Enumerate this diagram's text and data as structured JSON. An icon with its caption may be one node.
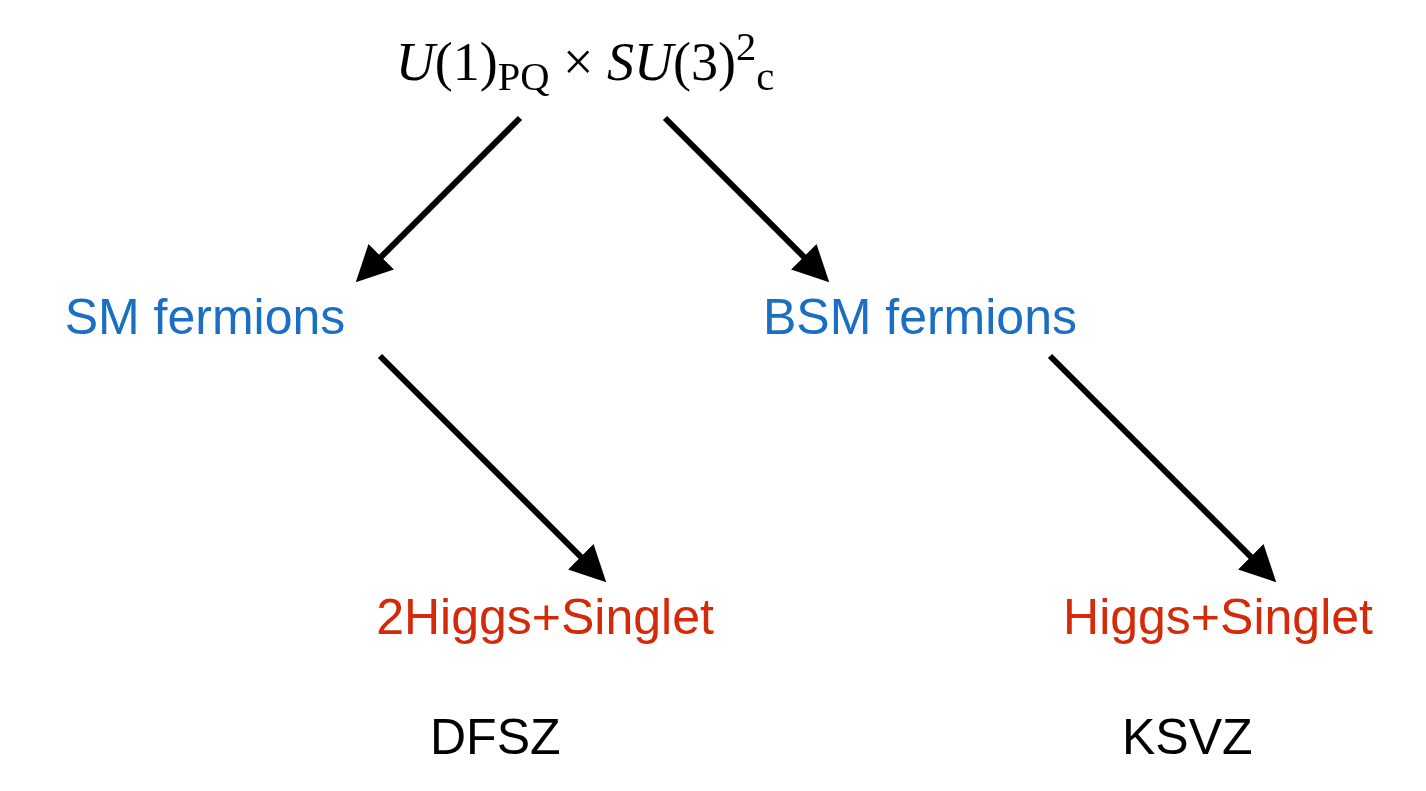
{
  "diagram": {
    "nodes": [
      {
        "text": [
          "*U*(1)$_{PQ}$ × *SU*(3)$^{2}$$_{c}$"
        ]
      },
      {
        "text": [
          "SM fermions"
        ]
      },
      {
        "text": [
          "BSM fermions"
        ]
      },
      {
        "text": [
          "2Higgs+Singlet"
        ],
        "beside": [
          "DFSZ"
        ]
      },
      {
        "text": [
          "Higgs+Singlet"
        ],
        "beside": [
          "KSVZ"
        ]
      }
    ],
    "edges": [
      {
        "from": 0,
        "to": 1,
        "arrow": "to"
      },
      {
        "from": 0,
        "to": 2,
        "arrow": "to"
      },
      {
        "from": 1,
        "to": 3,
        "arrow": "to"
      },
      {
        "from": 2,
        "to": 4,
        "arrow": "to"
      }
    ]
  }
}
